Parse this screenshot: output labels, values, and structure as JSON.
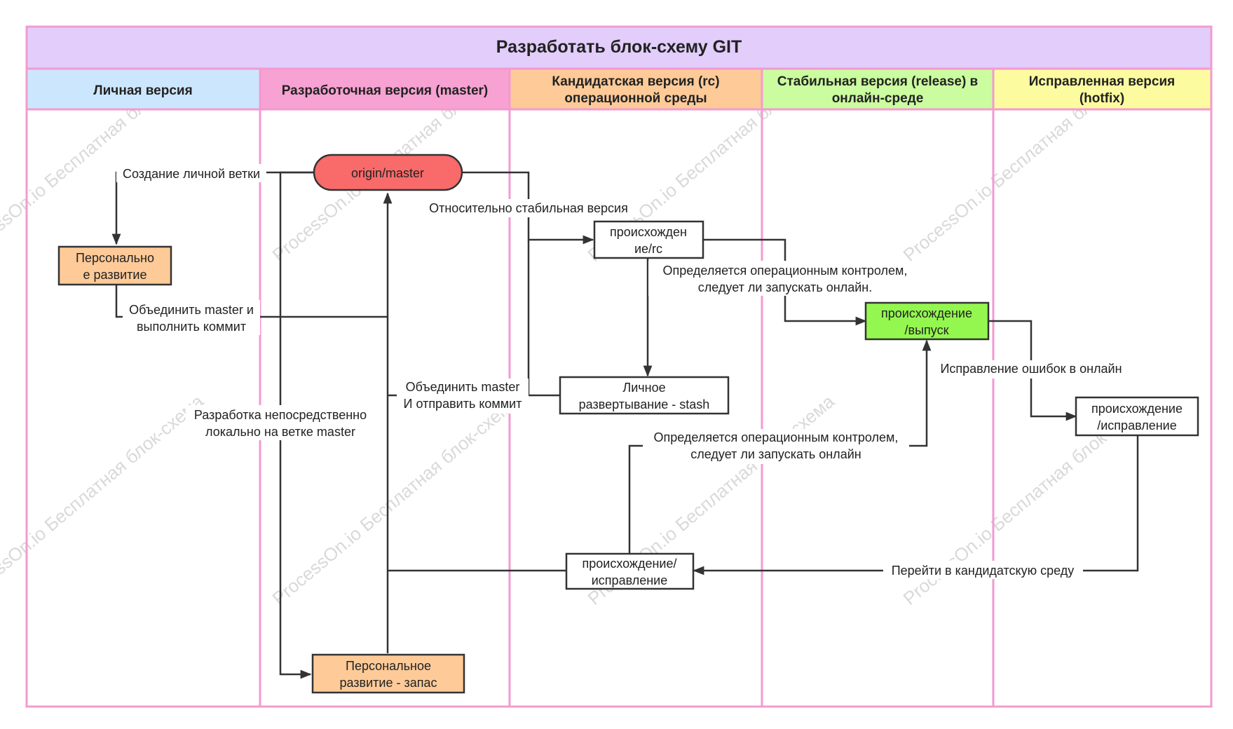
{
  "title": "Разработать блок-схему GIT",
  "colors": {
    "title_bg": "#e2cdfb",
    "frame": "#f39ad0",
    "lane_personal": "#cce7fd",
    "lane_master": "#f7a2d2",
    "lane_rc": "#fdca98",
    "lane_release": "#cbfc9f",
    "lane_hotfix": "#fdfb9f",
    "node_master": "#f96a6a",
    "node_orange": "#fdca98",
    "node_green": "#94f74f",
    "line": "#333333"
  },
  "lanes": [
    {
      "id": "personal",
      "lines": [
        "Личная версия"
      ]
    },
    {
      "id": "master",
      "lines": [
        "Разработочная версия (master)"
      ]
    },
    {
      "id": "rc",
      "lines": [
        "Кандидатская версия (rc)",
        "операционной среды"
      ]
    },
    {
      "id": "release",
      "lines": [
        "Стабильная версия (release) в",
        "онлайн-среде"
      ]
    },
    {
      "id": "hotfix",
      "lines": [
        "Исправленная версия",
        "(hotfix)"
      ]
    }
  ],
  "nodes": {
    "origin_master": {
      "lines": [
        "origin/master"
      ]
    },
    "personal_dev": {
      "lines": [
        "Персонально",
        "е развитие"
      ]
    },
    "origin_rc": {
      "lines": [
        "происхожден",
        "ие/rc"
      ]
    },
    "origin_release": {
      "lines": [
        "происхождение",
        "/выпуск"
      ]
    },
    "stash": {
      "lines": [
        "Личное",
        "развертывание - stash"
      ]
    },
    "origin_hotfix": {
      "lines": [
        "происхождение",
        "/исправление"
      ]
    },
    "origin_fix": {
      "lines": [
        "происхождение/",
        "исправление"
      ]
    },
    "personal_reserve": {
      "lines": [
        "Персональное",
        "развитие - запас"
      ]
    }
  },
  "edge_labels": {
    "create_branch": [
      "Создание личной ветки"
    ],
    "relatively_stable": [
      "Относительно стабильная версия"
    ],
    "merge_commit": [
      "Объединить master и",
      "выполнить коммит"
    ],
    "ops_control_1": [
      "Определяется операционным контролем,",
      "следует ли запускать онлайн."
    ],
    "bugfix_online": [
      "Исправление ошибок в онлайн"
    ],
    "merge_push": [
      "Объединить master",
      "И отправить коммит"
    ],
    "local_master": [
      "Разработка непосредственно",
      "локально на ветке master"
    ],
    "ops_control_2": [
      "Определяется операционным контролем,",
      "следует ли запускать онлайн"
    ],
    "go_candidate": [
      "Перейти в кандидатскую среду"
    ]
  },
  "watermark": "ProcessOn.io Бесплатная блок-схема"
}
